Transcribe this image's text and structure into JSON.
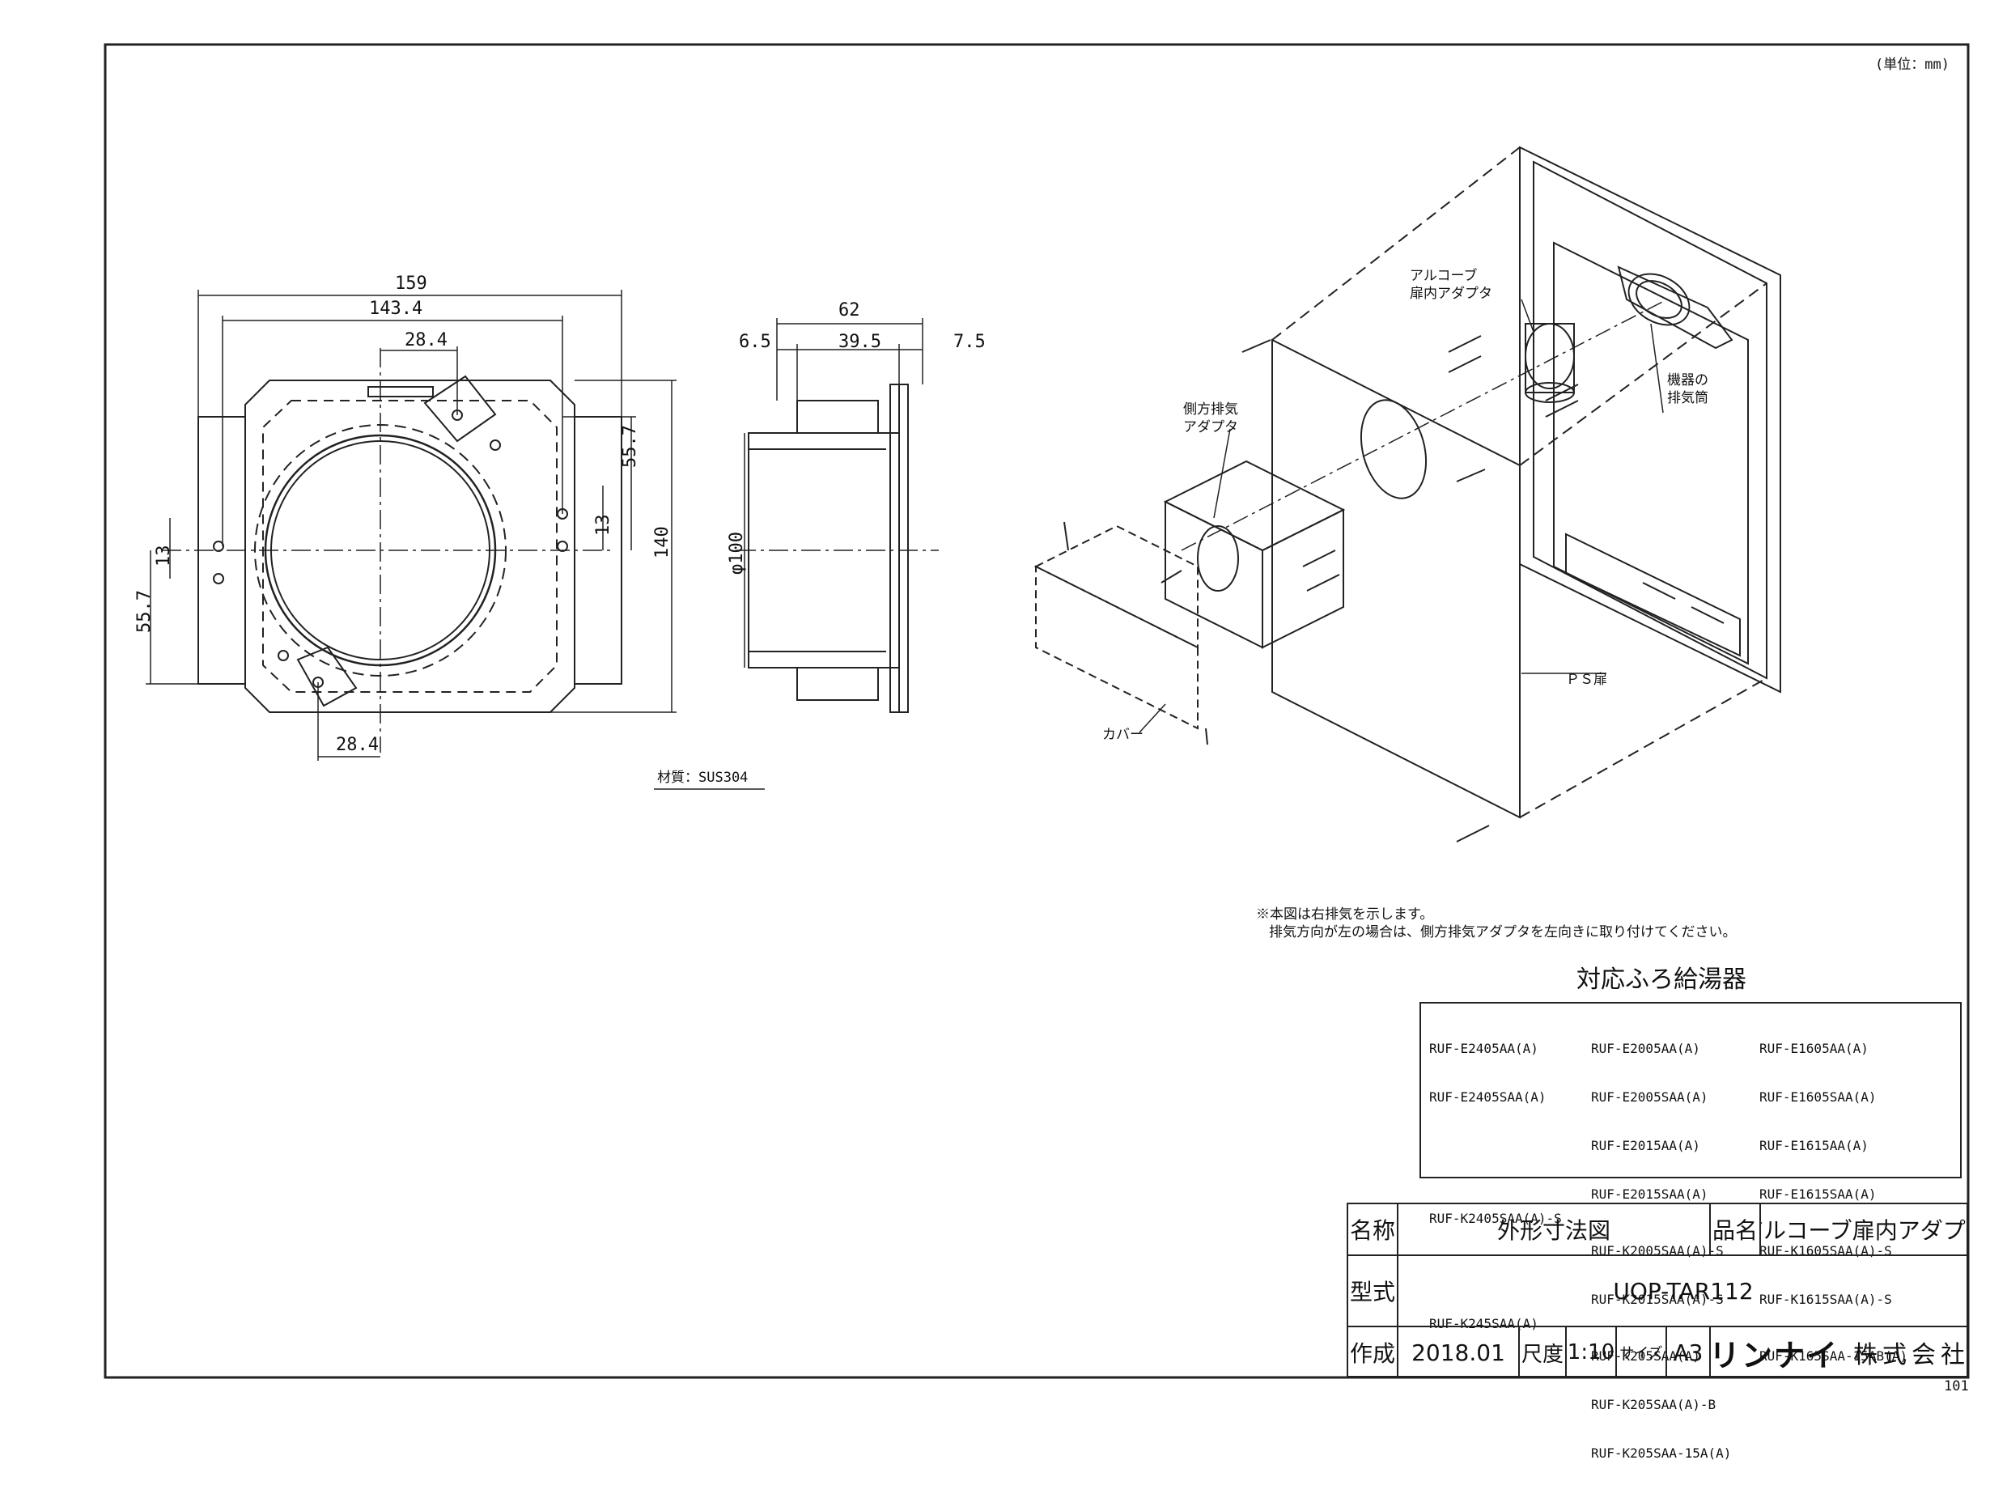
{
  "unit_note": "(単位：mm)",
  "corner_code": "101",
  "dimensions": {
    "front_width_outer": "159",
    "front_width_inner": "143.4",
    "hole_offset_top": "28.4",
    "hole_offset_bottom": "28.4",
    "right_v_offset": "55.7",
    "right_hole_pitch": "13",
    "left_hole_pitch": "13",
    "left_v_offset": "55.7",
    "overall_height": "140",
    "side_depth": "62",
    "side_flange": "6.5",
    "side_body": "39.5",
    "side_rim": "7.5",
    "pipe_diameter": "φ100"
  },
  "material": "材質：SUS304",
  "iso_labels": {
    "alcove_adapter": [
      "アルコーブ",
      "扉内アダプタ"
    ],
    "side_exhaust": [
      "側方排気",
      "アダプタ"
    ],
    "unit_exhaust": [
      "機器の",
      "排気筒"
    ],
    "cover": "カバー",
    "ps_door": "ＰＳ扉"
  },
  "notes": [
    "※本図は右排気を示します。",
    "排気方向が左の場合は、側方排気アダプタを左向きに取り付けてください。"
  ],
  "models": {
    "title": "対応ふろ給湯器",
    "col1": [
      "RUF-E2405AA(A)",
      "RUF-E2405SAA(A)",
      "",
      "",
      "RUF-K2405SAA(A)-S",
      "",
      "RUF-K245SAA(A)"
    ],
    "col2": [
      "RUF-E2005AA(A)",
      "RUF-E2005SAA(A)",
      "RUF-E2015AA(A)",
      "RUF-E2015SAA(A)",
      "RUF-K2005SAA(A)-S",
      "RUF-K2015SAA(A)-S",
      "RUF-K205SAA(A)",
      "RUF-K205SAA(A)-B",
      "RUF-K205SAA-15A(A)"
    ],
    "col3": [
      "RUF-E1605AA(A)",
      "RUF-E1605SAA(A)",
      "RUF-E1615AA(A)",
      "RUF-E1615SAA(A)",
      "RUF-K1605SAA(A)-S",
      "RUF-K1615SAA(A)-S",
      "RUF-K165SAA-15AB(A)"
    ]
  },
  "title_block": {
    "name_label": "名称",
    "name_value": "外形寸法図",
    "product_label": "品名",
    "product_value": "アルコーブ扉内アダプタ",
    "model_label": "型式",
    "model_value": "UOP-TAR112",
    "made_label": "作成",
    "made_value": "2018.01",
    "scale_label": "尺度",
    "scale_value": "1:10",
    "size_label": "サイズ",
    "size_value": "A3",
    "company_brand": "リンナイ",
    "company_suffix": "株式会社"
  }
}
